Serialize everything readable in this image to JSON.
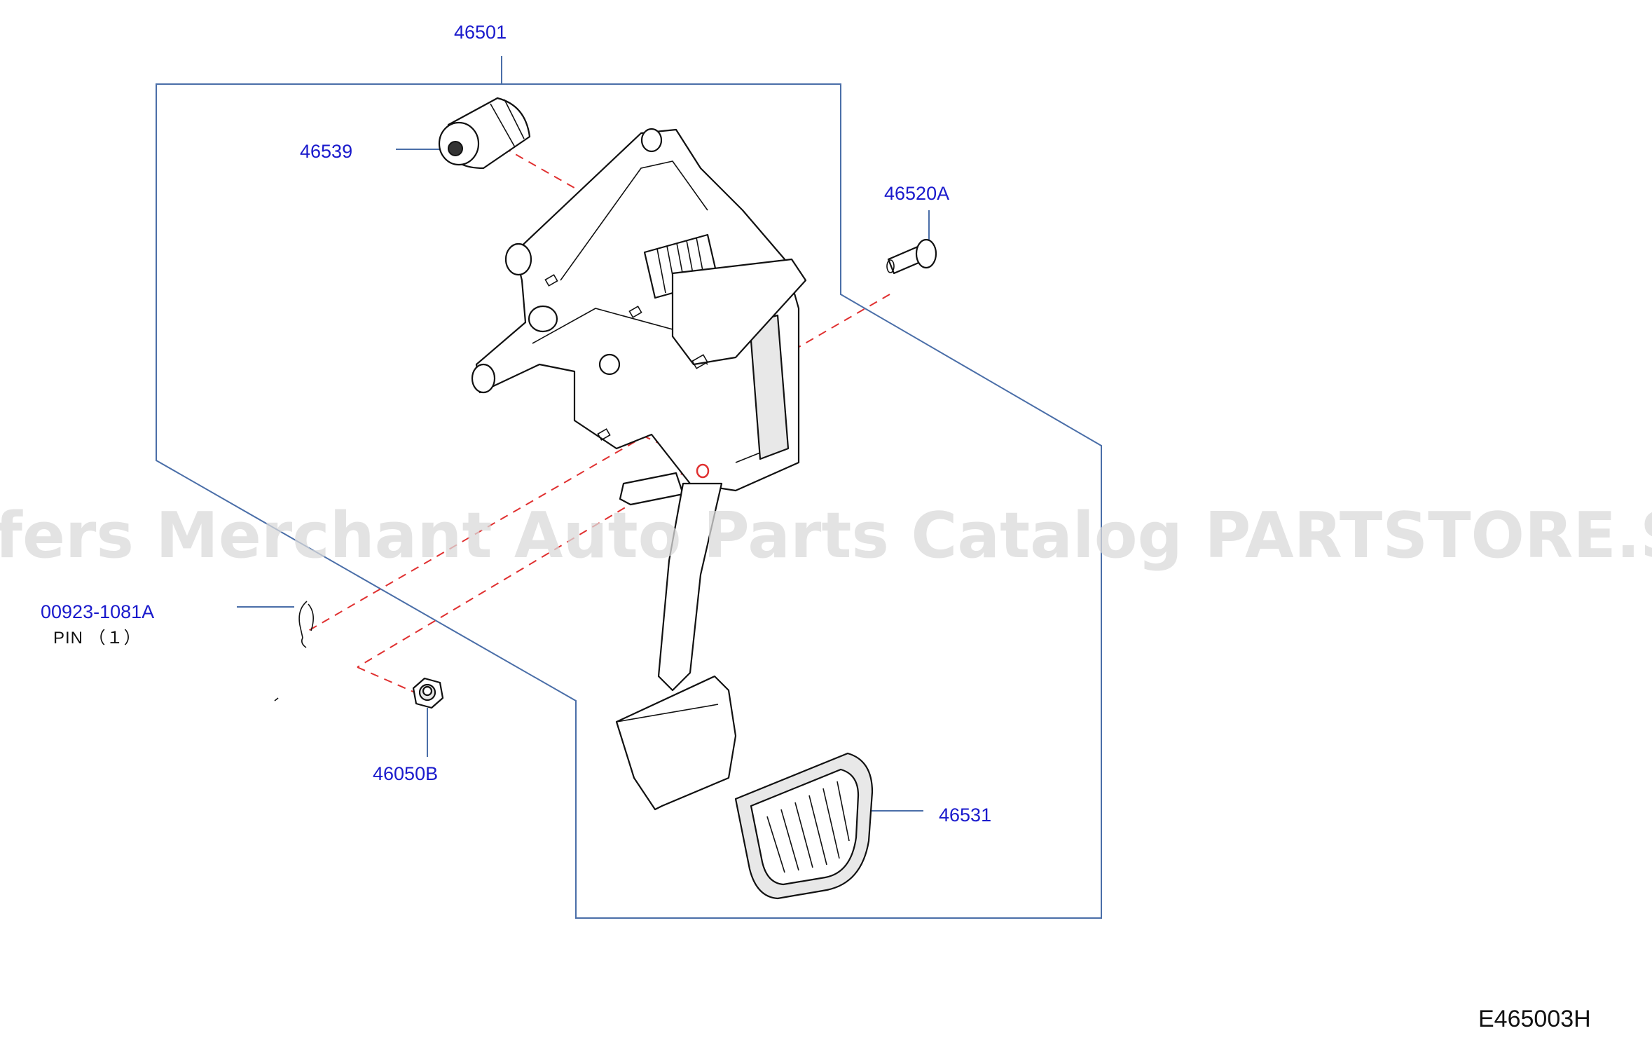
{
  "diagram_code": "E465003H",
  "watermark": "Offers Merchant Auto Parts Catalog PARTSTORE.SA",
  "callouts": {
    "assembly": "46501",
    "stopper": "46539",
    "bolt": "46520A",
    "pin": "00923-1081A",
    "pin_note": "PIN （１）",
    "nut": "46050B",
    "pad": "46531"
  },
  "colors": {
    "callout_text": "#1a1acc",
    "frame_line": "#4a6ea8",
    "dashed_line": "#e03030"
  }
}
